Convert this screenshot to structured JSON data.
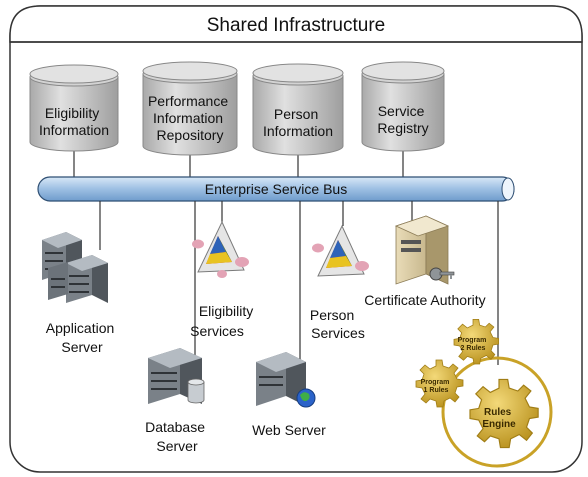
{
  "title": "Shared Infrastructure",
  "databases": [
    {
      "lines": [
        "Eligibility",
        "Information"
      ]
    },
    {
      "lines": [
        "Performance",
        "Information",
        "Repository"
      ]
    },
    {
      "lines": [
        "Person",
        "Information"
      ]
    },
    {
      "lines": [
        "Service",
        "Registry"
      ]
    }
  ],
  "bus": {
    "label": "Enterprise Service Bus"
  },
  "nodes": {
    "application_server": {
      "lines": [
        "Application",
        "Server"
      ],
      "icon": "server-rack-icon"
    },
    "eligibility_services": {
      "lines": [
        "Eligibility",
        "Services"
      ],
      "icon": "service-prism-icon"
    },
    "database_server": {
      "lines": [
        "Database",
        "Server"
      ],
      "icon": "server-with-database-icon"
    },
    "person_services": {
      "lines": [
        "Person",
        "Services"
      ],
      "icon": "service-prism-icon"
    },
    "web_server": {
      "lines": [
        "Web Server"
      ],
      "icon": "server-with-globe-icon"
    },
    "certificate_authority": {
      "lines": [
        "Certificate Authority"
      ],
      "icon": "server-with-key-icon"
    }
  },
  "rules": {
    "program2": [
      "Program",
      "2 Rules"
    ],
    "program1": [
      "Program",
      "1 Rules"
    ],
    "engine": [
      "Rules",
      "Engine"
    ]
  },
  "colors": {
    "bus": "#a9c8e8",
    "database": "#c9c9c9",
    "gear": "#c9a227",
    "frame": "#333333"
  }
}
